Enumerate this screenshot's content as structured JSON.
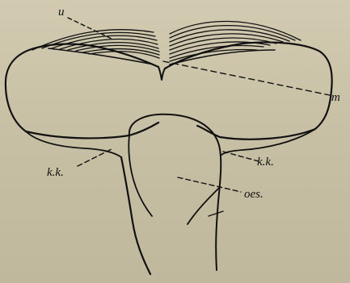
{
  "figure": {
    "background": "#c9c2a8",
    "ink": "#111111",
    "labels": {
      "u": "u",
      "m": "m",
      "kk_left": "k.k.",
      "kk_right": "k.k.",
      "oes": "oes."
    }
  }
}
